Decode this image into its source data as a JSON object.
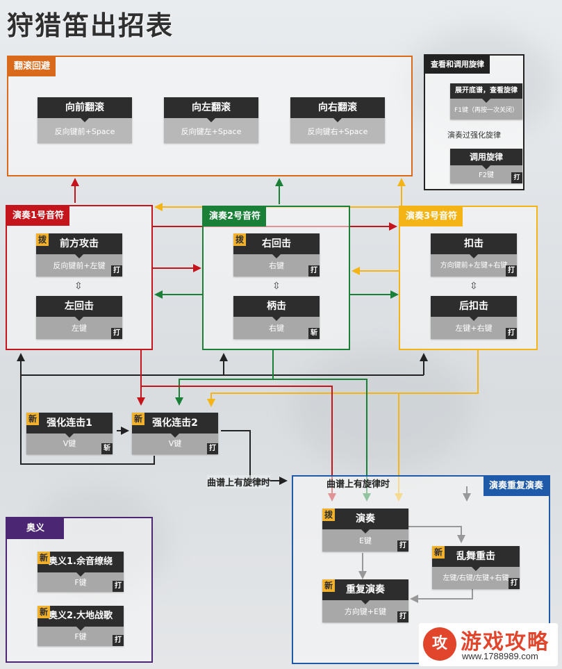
{
  "title": "狩猎笛出招表",
  "colors": {
    "roll": "#d96a1b",
    "note1": "#c3151b",
    "note2": "#1a8038",
    "note3": "#f4b415",
    "melody": "#222222",
    "ultimate": "#4b2773",
    "repeat": "#1e5aa8"
  },
  "panels": {
    "roll": {
      "label": "翻滚回避"
    },
    "melody": {
      "label": "查看和调用旋律"
    },
    "note1": {
      "label": "演奏1号音符"
    },
    "note2": {
      "label": "演奏2号音符"
    },
    "note3": {
      "label": "演奏3号音符"
    },
    "ultimate": {
      "label": "奥义"
    },
    "repeat": {
      "label": "演奏重复演奏"
    }
  },
  "cards": {
    "roll_forward": {
      "name": "向前翻滚",
      "input": "反向键前+Space"
    },
    "roll_left": {
      "name": "向左翻滚",
      "input": "反向键左+Space"
    },
    "roll_right": {
      "name": "向右翻滚",
      "input": "反向键右+Space"
    },
    "melody_view": {
      "name": "展开底谱，查看旋律",
      "input": "F1键（再按一次关闭）"
    },
    "melody_note": "演奏过强化旋律",
    "melody_call": {
      "name": "调用旋律",
      "input": "F2键",
      "tag": "打"
    },
    "front_attack": {
      "name": "前方攻击",
      "input": "反向键前+左键",
      "badge": "拨",
      "tag": "打"
    },
    "left_swing": {
      "name": "左回击",
      "input": "左键",
      "tag": "打"
    },
    "right_swing": {
      "name": "右回击",
      "input": "右键",
      "badge": "拨",
      "tag": "打"
    },
    "handle_strike": {
      "name": "柄击",
      "input": "右键",
      "tag": "斩"
    },
    "smash": {
      "name": "扣击",
      "input": "方向键前+左键+右键",
      "tag": "打"
    },
    "back_smash": {
      "name": "后扣击",
      "input": "左键+右键",
      "tag": "打"
    },
    "combo1": {
      "name": "强化连击1",
      "input": "V键",
      "badge": "新",
      "tag": "斩"
    },
    "combo2": {
      "name": "强化连击2",
      "input": "V键",
      "badge": "新",
      "tag": "打"
    },
    "perform": {
      "name": "演奏",
      "input": "E键",
      "badge": "拨",
      "tag": "打"
    },
    "frenzy": {
      "name": "乱舞重击",
      "input": "左键/右键/左键+右键",
      "badge": "新",
      "tag": "打"
    },
    "repeat_perform": {
      "name": "重复演奏",
      "input": "方向键+E键",
      "badge": "新",
      "tag": "打"
    },
    "ult1": {
      "name": "奥义1.余音缭绕",
      "input": "F键",
      "badge": "新",
      "tag": "打"
    },
    "ult2": {
      "name": "奥义2.大地战歌",
      "input": "F键",
      "badge": "新",
      "tag": "打"
    }
  },
  "labels": {
    "melody_condition_left": "曲谱上有旋律时",
    "melody_condition_right": "曲谱上有旋律时"
  },
  "watermark": {
    "title": "游戏攻略",
    "url": "www.1788989.com",
    "logo": "攻"
  }
}
